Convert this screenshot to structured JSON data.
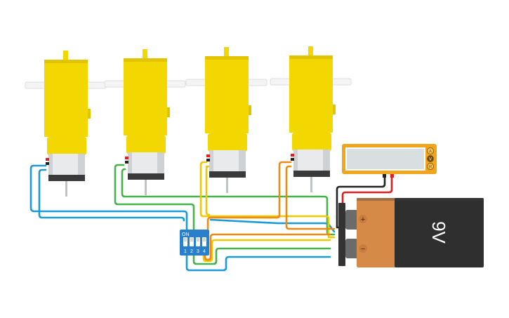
{
  "battery": {
    "label": "9V",
    "plus": "+",
    "minus": "−"
  },
  "dip_switch": {
    "on_label": "ON",
    "positions": [
      "1",
      "2",
      "3",
      "4"
    ]
  },
  "multimeter": {
    "mode_labels": [
      "A",
      "V",
      "R"
    ],
    "active_mode": "V"
  },
  "motors": [
    {
      "id": "motor-1"
    },
    {
      "id": "motor-2"
    },
    {
      "id": "motor-3"
    },
    {
      "id": "motor-4"
    }
  ],
  "colors": {
    "motor_yellow": "#f2d800",
    "motor_shade": "#e2c300",
    "battery_orange": "#d58a47",
    "battery_black": "#2f2f2f",
    "dip_blue": "#2a7fca",
    "meter_orange": "#f1a51c",
    "meter_screen": "#d9dee0",
    "wire_blue": "#1a9ad6",
    "wire_green": "#45b34a",
    "wire_yellow": "#f0c800",
    "wire_orange": "#ee8a10",
    "wire_red": "#e02020",
    "wire_black": "#222222"
  }
}
